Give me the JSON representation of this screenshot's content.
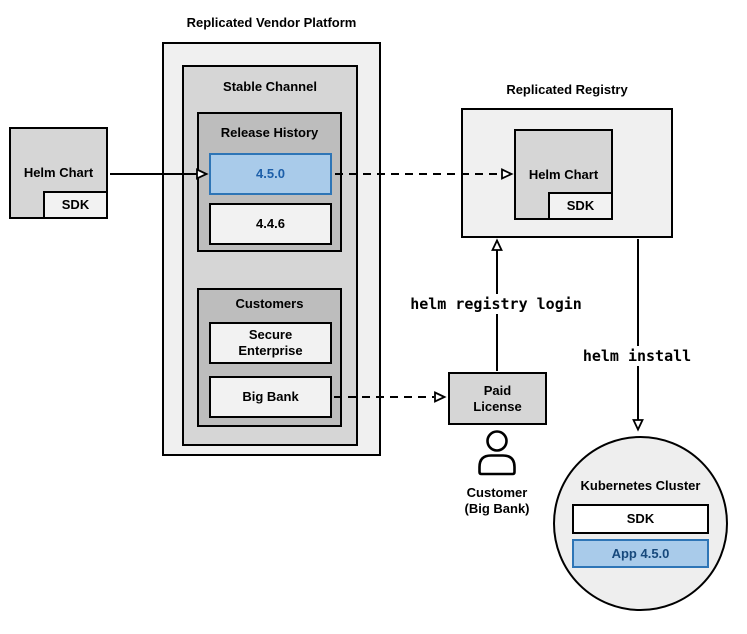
{
  "platform": {
    "title": "Replicated Vendor Platform",
    "stable_channel_title": "Stable Channel",
    "release_history": {
      "title": "Release History",
      "current_version": "4.5.0",
      "previous_version": "4.4.6"
    },
    "customers": {
      "title": "Customers",
      "customer1": "Secure Enterprise",
      "customer2": "Big Bank"
    }
  },
  "source": {
    "helm_chart": "Helm Chart",
    "sdk": "SDK"
  },
  "registry": {
    "title": "Replicated Registry",
    "helm_chart": "Helm Chart",
    "sdk": "SDK"
  },
  "license": {
    "label": "Paid License"
  },
  "customer_actor": {
    "line1": "Customer",
    "line2": "(Big Bank)"
  },
  "cluster": {
    "title": "Kubernetes Cluster",
    "sdk": "SDK",
    "app": "App 4.5.0"
  },
  "commands": {
    "registry_login": "helm registry login",
    "install": "helm install"
  },
  "colors": {
    "highlight_fill": "#a9cbea",
    "highlight_border": "#2e75b6",
    "highlight_text": "#1d5fa9",
    "app_text": "#17497c"
  }
}
